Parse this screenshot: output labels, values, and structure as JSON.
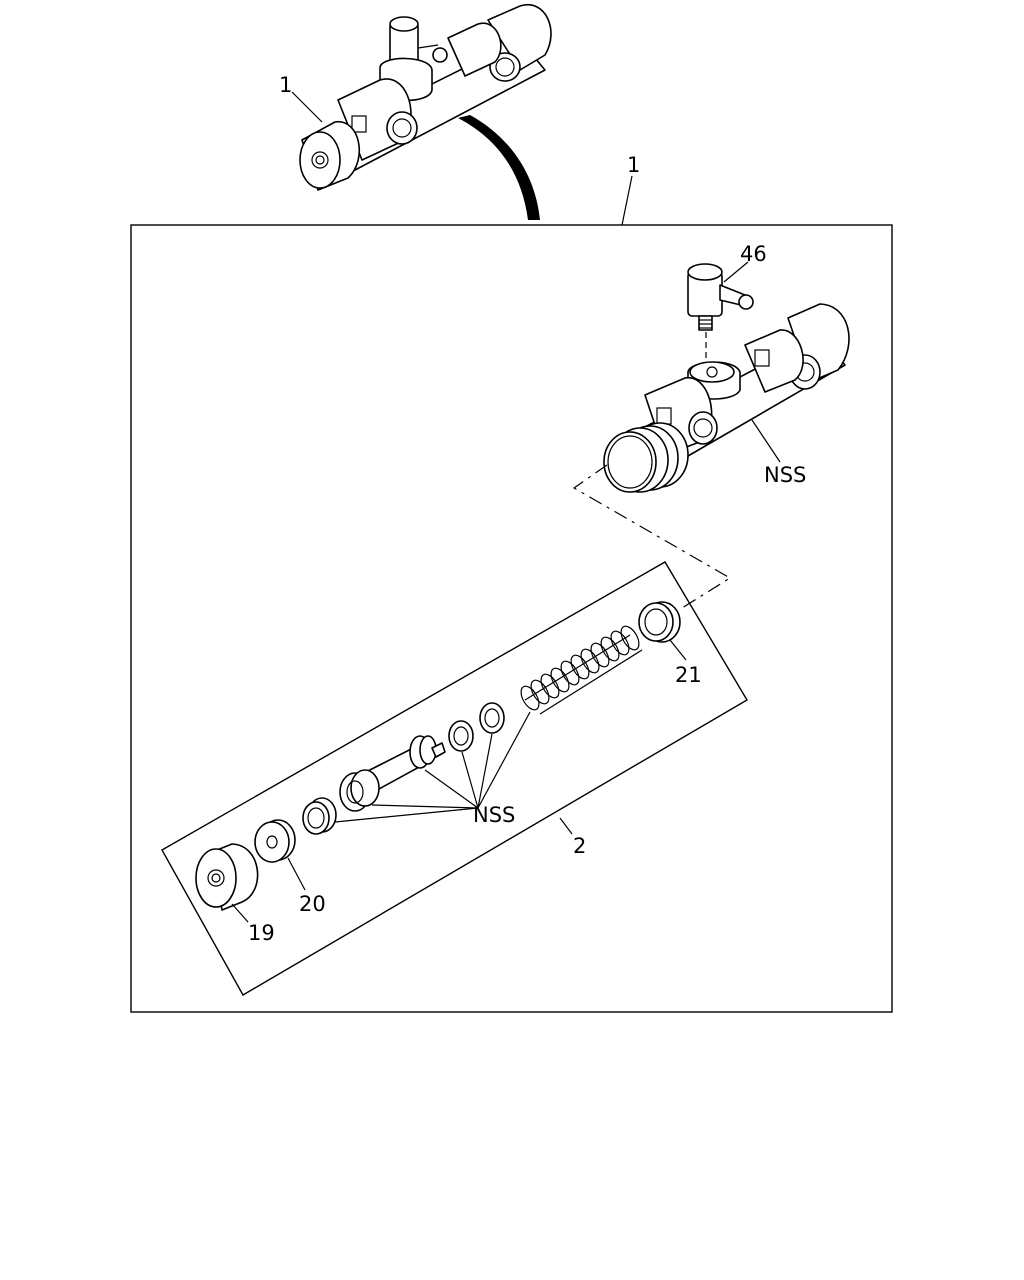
{
  "callouts": {
    "top_assembly": "1",
    "frame_ref": "1",
    "union_fitting": "46",
    "nss_body": "NSS",
    "kit_ref": "2",
    "nss_kit": "NSS",
    "part_19": "19",
    "part_20": "20",
    "part_21": "21"
  }
}
